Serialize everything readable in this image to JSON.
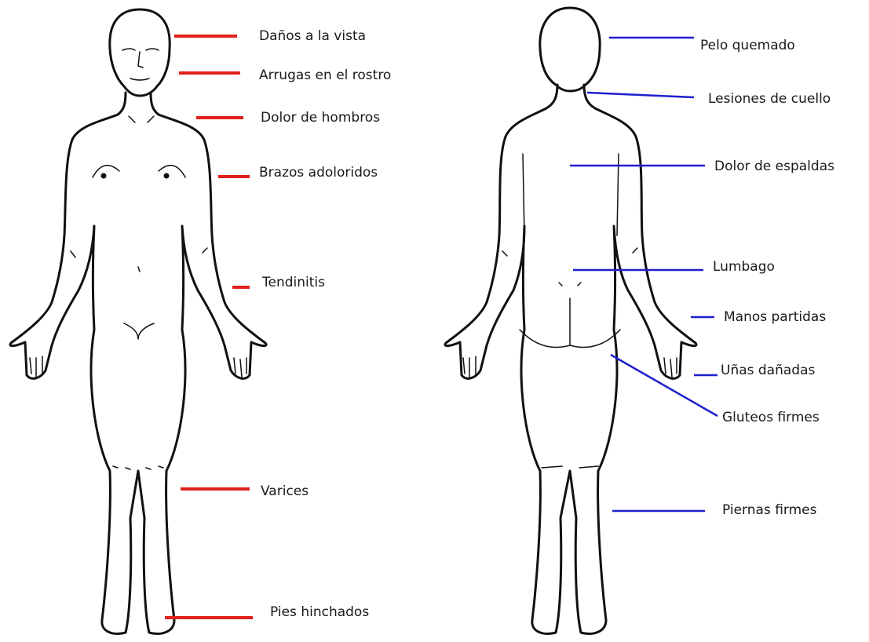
{
  "colors": {
    "front": "#e0201c",
    "back": "#1f1fd0"
  },
  "front_labels": [
    "Daños a la vista",
    "Arrugas en el rostro",
    "Dolor de hombros",
    "Brazos adoloridos",
    "Tendinitis",
    "Varices",
    "Pies hinchados"
  ],
  "back_labels": [
    "Pelo quemado",
    "Lesiones de cuello",
    "Dolor de espaldas",
    "Lumbago",
    "Manos partidas",
    "Uñas dañadas",
    "Gluteos firmes",
    "Piernas firmes"
  ]
}
